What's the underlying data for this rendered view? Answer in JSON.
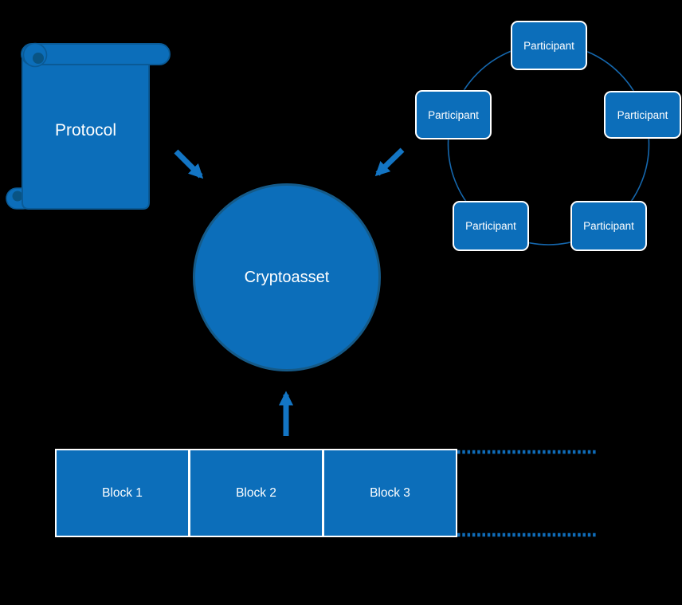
{
  "canvas": {
    "background": "#000000"
  },
  "colors": {
    "main-blue": "#0c6eba",
    "dark-stroke": "#0a5a96",
    "curl-dark": "#095484",
    "arrow-blue": "#1375c4",
    "ring-blue": "#1567ad",
    "dot-blue": "#0f6cb8",
    "circle-stroke": "#155a88",
    "text-white": "#ffffff"
  },
  "protocol": {
    "label": "Protocol"
  },
  "cryptoasset": {
    "label": "Cryptoasset"
  },
  "participants": {
    "items": [
      {
        "label": "Participant"
      },
      {
        "label": "Participant"
      },
      {
        "label": "Participant"
      },
      {
        "label": "Participant"
      },
      {
        "label": "Participant"
      }
    ]
  },
  "blockchain": {
    "blocks": [
      {
        "label": "Block 1"
      },
      {
        "label": "Block 2"
      },
      {
        "label": "Block 3"
      }
    ]
  }
}
